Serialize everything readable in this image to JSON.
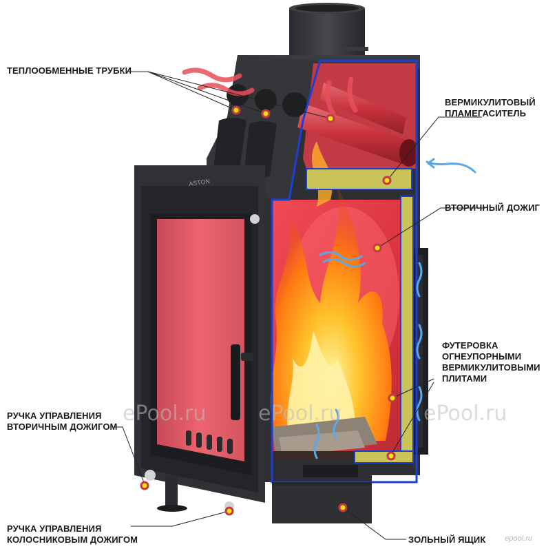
{
  "labels": {
    "heat_tubes": [
      "ТЕПЛООБМЕННЫЕ ТРУБКИ"
    ],
    "baffle": [
      "ВЕРМИКУЛИТОВЫЙ",
      "ПЛАМЕГАСИТЕЛЬ"
    ],
    "secondary_burn": [
      "ВТОРИЧНЫЙ ДОЖИГ"
    ],
    "lining": [
      "ФУТЕРОВКА",
      "ОГНЕУПОРНЫМИ",
      "ВЕРМИКУЛИТОВЫМИ",
      "ПЛИТАМИ"
    ],
    "secondary_handle": [
      "РУЧКА УПРАВЛЕНИЯ",
      "ВТОРИЧНЫМ ДОЖИГОМ"
    ],
    "grate_handle": [
      "РУЧКА УПРАВЛЕНИЯ",
      "КОЛОСНИКОВЫМ ДОЖИГОМ"
    ],
    "ash_box": [
      "ЗОЛЬНЫЙ ЯЩИК"
    ]
  },
  "brand": "ASTON",
  "watermarks": [
    "ePool.ru",
    "ePool.ru",
    "ePool.ru"
  ],
  "logo": "epool.ru",
  "colors": {
    "body": "#2f3033",
    "interior": "#e8424a",
    "lining": "#c9c35a",
    "outline": "#1c3fd6",
    "marker": "#f1e30a",
    "air": "#5aa9e6"
  }
}
